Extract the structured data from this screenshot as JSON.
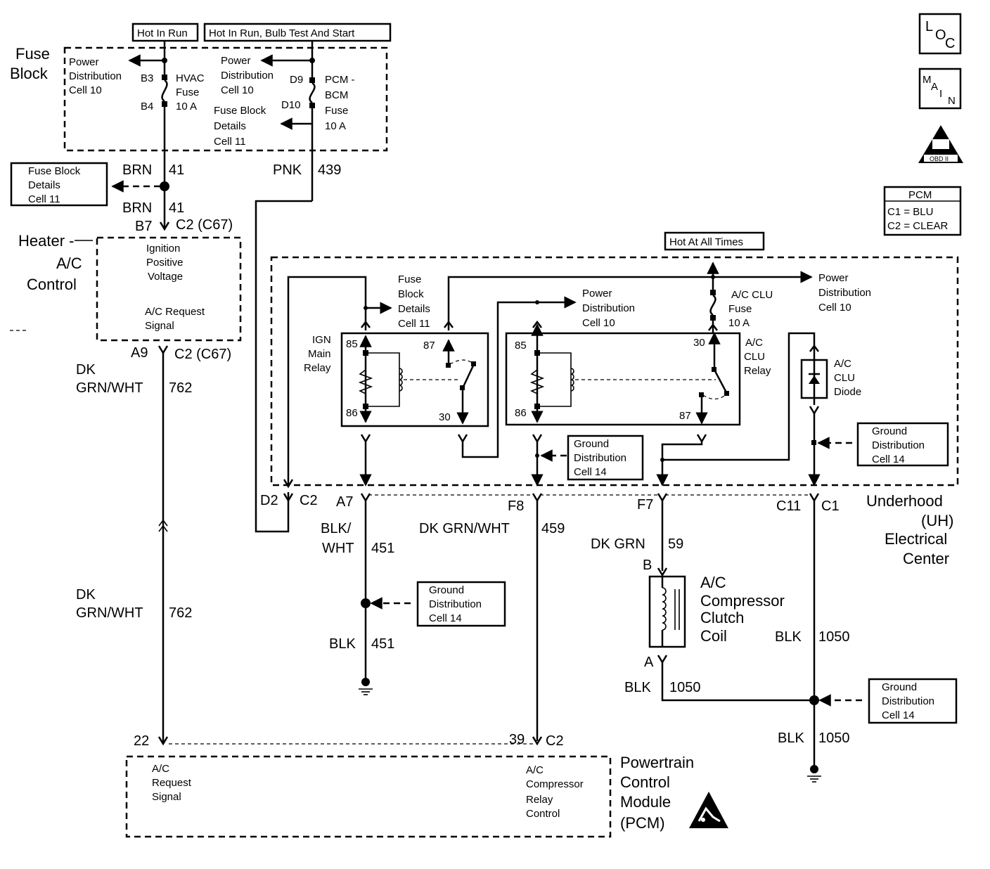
{
  "headers": {
    "hot_in_run": "Hot In Run",
    "hot_in_run_bulb": "Hot In Run, Bulb Test And Start",
    "hot_at_all_times": "Hot At All Times"
  },
  "badges": {
    "loc": [
      "L",
      "O",
      "C"
    ],
    "main": [
      "M",
      "A",
      "I",
      "N"
    ],
    "obd": "OBD II"
  },
  "pcm_key": {
    "title": "PCM",
    "c1": "C1 = BLU",
    "c2": "C2 = CLEAR"
  },
  "fuse_block": {
    "title": [
      "Fuse",
      "Block"
    ],
    "pd_left": [
      "Power",
      "Distribution",
      "Cell 10"
    ],
    "pd_right": [
      "Power",
      "Distribution",
      "Cell 10"
    ],
    "b3": "B3",
    "b4": "B4",
    "hvac_fuse": [
      "HVAC",
      "Fuse",
      "10 A"
    ],
    "d9": "D9",
    "d10": "D10",
    "pcm_fuse": [
      "PCM -",
      "BCM",
      "Fuse",
      "10 A"
    ],
    "fbd": [
      "Fuse Block",
      "Details",
      "Cell 11"
    ]
  },
  "left_circuit": {
    "fbd_box": [
      "Fuse Block",
      "Details",
      "Cell 11"
    ],
    "brn41_a": [
      "BRN",
      "41"
    ],
    "brn41_b": [
      "BRN",
      "41"
    ],
    "pnk439": [
      "PNK",
      "439"
    ],
    "b7": "B7",
    "c2_c67_top": "C2  (C67)",
    "heater_title": [
      "Heater -",
      "A/C",
      "Control"
    ],
    "ign_voltage": [
      "Ignition",
      "Positive",
      "Voltage"
    ],
    "ac_request": [
      "A/C Request",
      "Signal"
    ],
    "a9": "A9",
    "c2_c67_bot": "C2  (C67)",
    "dk_grn_top": [
      "DK",
      "GRN/WHT",
      "762"
    ],
    "dk_grn_bot": [
      "DK",
      "GRN/WHT",
      "762"
    ],
    "pin22": "22"
  },
  "underhood": {
    "title": [
      "Underhood",
      "(UH)",
      "Electrical",
      "Center"
    ],
    "ign_relay": [
      "IGN",
      "Main",
      "Relay"
    ],
    "fbd11": [
      "Fuse",
      "Block",
      "Details",
      "Cell 11"
    ],
    "pd10_a": [
      "Power",
      "Distribution",
      "Cell 10"
    ],
    "pd10_b": [
      "Power",
      "Distribution",
      "Cell 10"
    ],
    "clu_fuse": [
      "A/C CLU",
      "Fuse",
      "10 A"
    ],
    "clu_relay": [
      "A/C",
      "CLU",
      "Relay"
    ],
    "clu_diode": [
      "A/C",
      "CLU",
      "Diode"
    ],
    "gd14_a": [
      "Ground",
      "Distribution",
      "Cell 14"
    ],
    "gd14_b": [
      "Ground",
      "Distribution",
      "Cell 14"
    ],
    "pins_ign": {
      "p85": "85",
      "p86": "86",
      "p87": "87",
      "p30": "30"
    },
    "pins_clu": {
      "p85": "85",
      "p86": "86",
      "p87": "87",
      "p30": "30"
    },
    "d2": "D2",
    "c2": "C2",
    "a7": "A7",
    "f8": "F8",
    "f7": "F7",
    "c11": "C11",
    "c1": "C1"
  },
  "lower": {
    "blkwht451": [
      "BLK/",
      "WHT",
      "451"
    ],
    "dkgrnwht459": [
      "DK GRN/WHT",
      "459"
    ],
    "dkgrn59": [
      "DK GRN",
      "59"
    ],
    "gd14_c": [
      "Ground",
      "Distribution",
      "Cell 14"
    ],
    "blk451": [
      "BLK",
      "451"
    ],
    "b": "B",
    "a": "A",
    "compressor": [
      "A/C",
      "Compressor",
      "Clutch",
      "Coil"
    ],
    "blk1050_a": [
      "BLK",
      "1050"
    ],
    "blk1050_b": [
      "BLK",
      "1050"
    ],
    "blk1050_c": [
      "BLK",
      "1050"
    ],
    "gd14_d": [
      "Ground",
      "Distribution",
      "Cell 14"
    ],
    "pin39": "39",
    "c2": "C2"
  },
  "pcm": {
    "title": [
      "Powertrain",
      "Control",
      "Module",
      "(PCM)"
    ],
    "req": [
      "A/C",
      "Request",
      "Signal"
    ],
    "relay_ctrl": [
      "A/C",
      "Compressor",
      "Relay",
      "Control"
    ]
  }
}
